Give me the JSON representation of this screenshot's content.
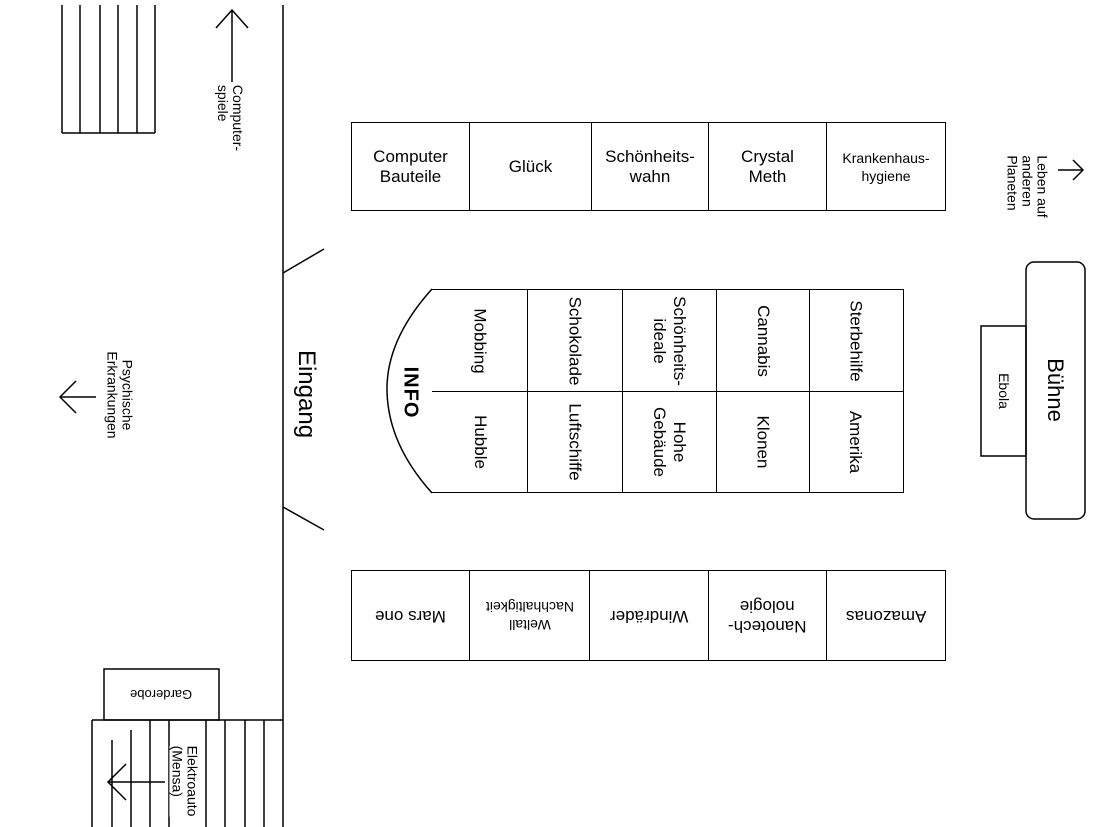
{
  "top_row": [
    "Computer\nBauteile",
    "Glück",
    "Schönheits-\nwahn",
    "Crystal\nMeth",
    "Krankenhaus-\nhygiene"
  ],
  "bottom_row": [
    "Mars one",
    "Weltall\nNachhaltigkeit",
    "Windräder",
    "Nanotech-\nnologie",
    "Amazonas"
  ],
  "center_left_col": [
    "Mobbing",
    "Schokolade",
    "Schönheits-\nideale",
    "Cannabis",
    "Sterbehilfe"
  ],
  "center_right_col": [
    "Hubble",
    "Luftschiffe",
    "Hohe\nGebäude",
    "Klonen",
    "Amerika"
  ],
  "info_label": "INFO",
  "entrance_label": "Eingang",
  "stage_label": "Bühne",
  "ebola_label": "Ebola",
  "cloakroom_label": "Garderobe",
  "exits": {
    "computerspiele": "Computer-\nspiele",
    "psychische": "Psychische\nErkrankungen",
    "leben": "Leben auf\nanderen\nPlaneten",
    "elektroauto": "Elektroauto\n(Mensa)"
  }
}
